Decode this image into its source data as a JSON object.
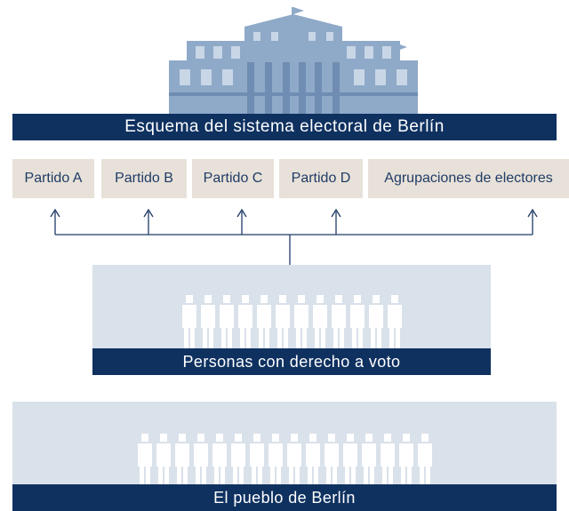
{
  "title": "Esquema del sistema electoral de Berlín",
  "parties": [
    {
      "label": "Partido A"
    },
    {
      "label": "Partido B"
    },
    {
      "label": "Partido C"
    },
    {
      "label": "Partido D"
    },
    {
      "label": "Agrupaciones de electores"
    }
  ],
  "voters": {
    "label": "Personas con derecho a voto",
    "figure_count": 12
  },
  "people": {
    "label": "El pueblo de Berlín",
    "figure_count": 16
  },
  "icons": {
    "building": "parliament-building-icon",
    "figure": "person-figure-icon"
  },
  "colors": {
    "navy": "#0f3160",
    "beige": "#e8e1d9",
    "panel": "#d9e1ea",
    "line": "#1f3c66",
    "building": "#8fa9c8"
  }
}
